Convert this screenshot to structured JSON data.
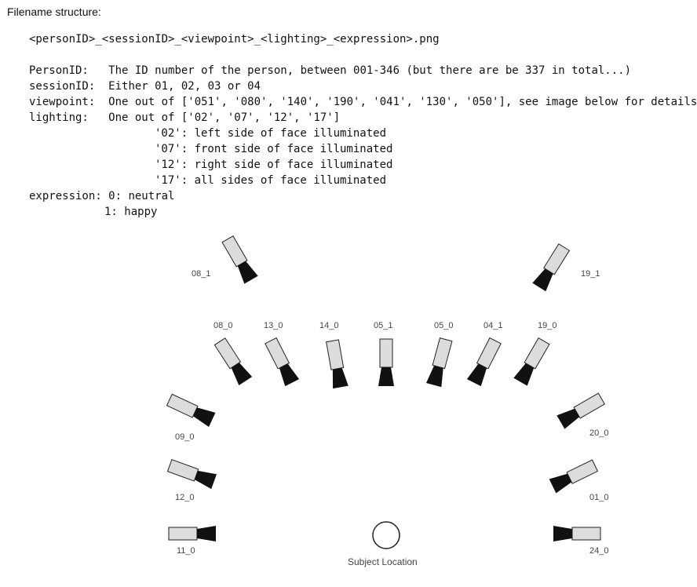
{
  "heading": "Filename structure:",
  "pattern": "<personID>_<sessionID>_<viewpoint>_<lighting>_<expression>.png",
  "fields": [
    {
      "key": "PersonID:   ",
      "value": "The ID number of the person, between 001-346 (but there are be 337 in total...)"
    },
    {
      "key": "sessionID:  ",
      "value": "Either 01, 02, 03 or 04"
    },
    {
      "key": "viewpoint:  ",
      "value": "One out of ['051', '080', '140', '190', '041', '130', '050'], see image below for details"
    },
    {
      "key": "lighting:   ",
      "value": "One out of ['02', '07', '12', '17']"
    }
  ],
  "lighting_options": [
    "'02': left side of face illuminated",
    "'07': front side of face illuminated",
    "'12': right side of face illuminated",
    "'17': all sides of face illuminated"
  ],
  "expression": {
    "key": "expression: ",
    "options": [
      "0: neutral",
      "1: happy"
    ]
  },
  "diagram": {
    "cameras": [
      "08_1",
      "19_1",
      "08_0",
      "13_0",
      "14_0",
      "05_1",
      "05_0",
      "04_1",
      "19_0",
      "09_0",
      "20_0",
      "12_0",
      "01_0",
      "11_0",
      "24_0"
    ],
    "subject_label": "Subject Location"
  }
}
